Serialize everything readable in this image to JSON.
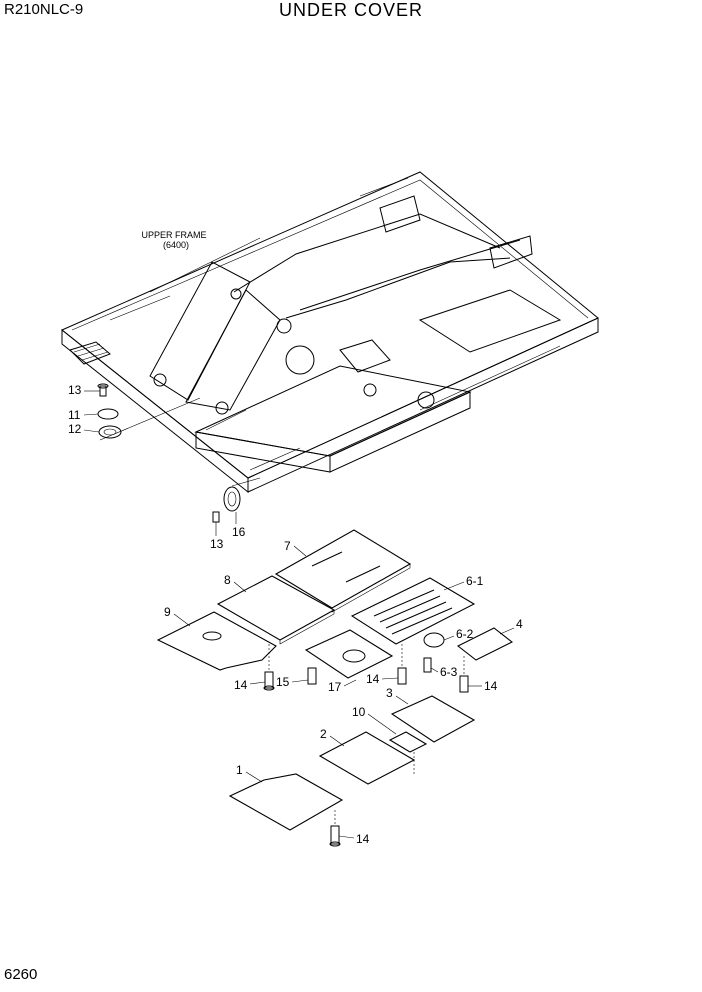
{
  "header": {
    "model": "R210NLC-9",
    "title": "UNDER COVER"
  },
  "footer": {
    "page_number": "6260"
  },
  "labels": {
    "upper_frame": "UPPER FRAME",
    "upper_frame_code": "(6400)",
    "p1": "1",
    "p2": "2",
    "p3": "3",
    "p4": "4",
    "p6_1": "6-1",
    "p6_2": "6-2",
    "p6_3": "6-3",
    "p7": "7",
    "p8": "8",
    "p9": "9",
    "p10": "10",
    "p11": "11",
    "p12": "12",
    "p13a": "13",
    "p13b": "13",
    "p14a": "14",
    "p14b": "14",
    "p14c": "14",
    "p14d": "14",
    "p15": "15",
    "p16": "16",
    "p17": "17"
  }
}
